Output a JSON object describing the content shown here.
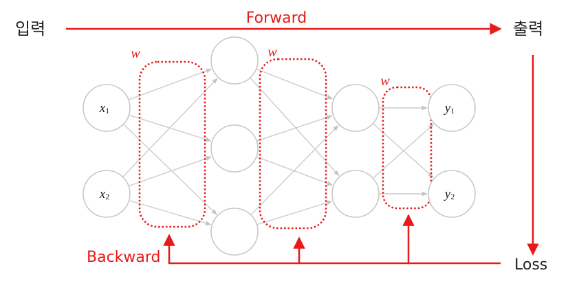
{
  "labels": {
    "input": "입력",
    "output": "출력",
    "forward": "Forward",
    "backward": "Backward",
    "loss": "Loss",
    "weight": "w"
  },
  "layers": [
    {
      "nodes": [
        {
          "var": "x",
          "sub": "1"
        },
        {
          "var": "x",
          "sub": "2"
        }
      ]
    },
    {
      "nodes": [
        {
          "var": "",
          "sub": ""
        },
        {
          "var": "",
          "sub": ""
        },
        {
          "var": "",
          "sub": ""
        }
      ]
    },
    {
      "nodes": [
        {
          "var": "",
          "sub": ""
        },
        {
          "var": "",
          "sub": ""
        }
      ]
    },
    {
      "nodes": [
        {
          "var": "y",
          "sub": "1"
        },
        {
          "var": "y",
          "sub": "2"
        }
      ]
    }
  ],
  "colors": {
    "accent": "#e8191a",
    "node_stroke": "#c8c8c8",
    "edge": "#cccccc",
    "text": "#222222"
  }
}
